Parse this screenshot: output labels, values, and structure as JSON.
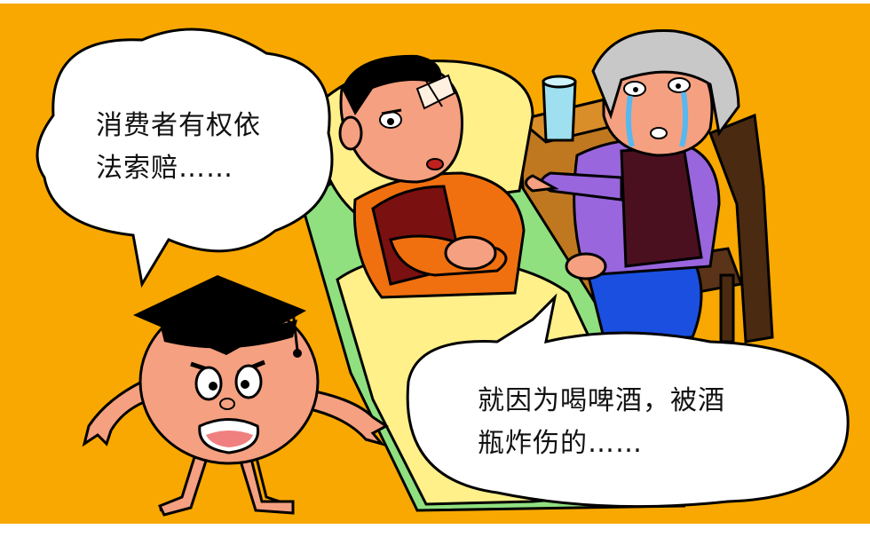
{
  "comic": {
    "left_bubble": {
      "line1": "消费者有权依",
      "line2": "法索赔……"
    },
    "right_bubble": {
      "line1": "就因为喝啤酒，被酒",
      "line2": "瓶炸伤的……"
    }
  },
  "colors": {
    "background": "#F8A800",
    "mattress": "#90E080",
    "sheet": "#FFF08A",
    "skin": "#F5A080",
    "shirt_orange": "#F07010",
    "vest_maroon": "#7A1010",
    "sweater_purple": "#9966DD",
    "pants_blue": "#1A4FE0",
    "chair_brown": "#4A2A10",
    "glass_blue": "#9FE0F0",
    "tears_blue": "#55B8F0"
  }
}
